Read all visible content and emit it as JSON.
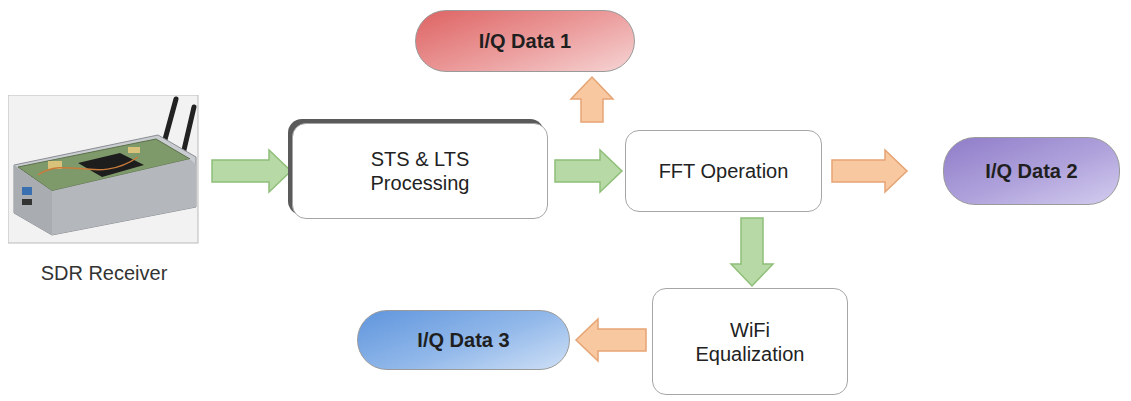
{
  "diagram": {
    "nodes": [
      {
        "text": [
          "SDR Receiver"
        ]
      },
      {
        "text": [
          "STS & LTS Processing"
        ]
      },
      {
        "text": [
          "I/Q Data 1"
        ]
      },
      {
        "text": [
          "FFT Operation"
        ]
      },
      {
        "text": [
          "I/Q Data 2"
        ]
      },
      {
        "text": [
          "WiFi Equalization"
        ]
      },
      {
        "text": [
          "I/Q Data 3"
        ]
      }
    ],
    "edges": [
      {
        "from": 0,
        "to": 1,
        "arrow": "to"
      },
      {
        "from": 1,
        "to": 2,
        "arrow": "to"
      },
      {
        "from": 1,
        "to": 3,
        "arrow": "to"
      },
      {
        "from": 3,
        "to": 4,
        "arrow": "to"
      },
      {
        "from": 3,
        "to": 5,
        "arrow": "to"
      },
      {
        "from": 5,
        "to": 6,
        "arrow": "to"
      }
    ]
  }
}
